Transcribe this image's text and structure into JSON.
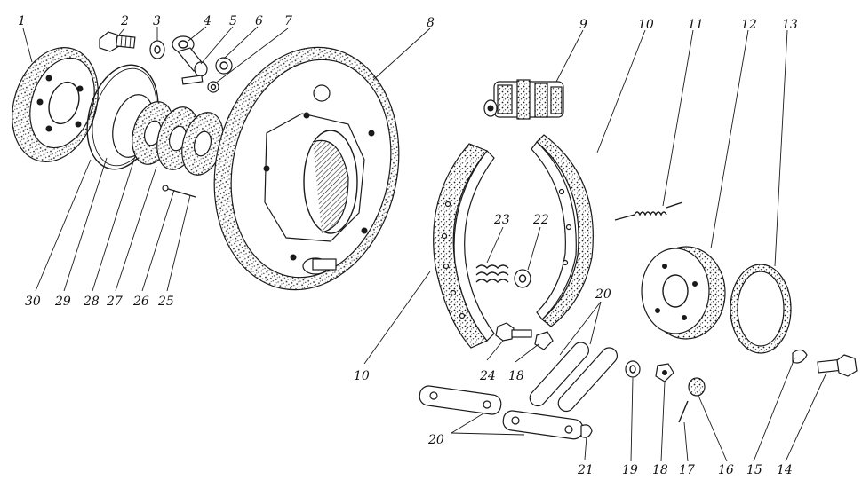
{
  "diagram": {
    "labels": [
      {
        "id": "1",
        "text": "1"
      },
      {
        "id": "2",
        "text": "2"
      },
      {
        "id": "3",
        "text": "3"
      },
      {
        "id": "4",
        "text": "4"
      },
      {
        "id": "5",
        "text": "5"
      },
      {
        "id": "6",
        "text": "6"
      },
      {
        "id": "7",
        "text": "7"
      },
      {
        "id": "8",
        "text": "8"
      },
      {
        "id": "9",
        "text": "9"
      },
      {
        "id": "10a",
        "text": "10"
      },
      {
        "id": "11",
        "text": "11"
      },
      {
        "id": "12",
        "text": "12"
      },
      {
        "id": "13",
        "text": "13"
      },
      {
        "id": "14",
        "text": "14"
      },
      {
        "id": "15",
        "text": "15"
      },
      {
        "id": "16",
        "text": "16"
      },
      {
        "id": "17",
        "text": "17"
      },
      {
        "id": "18a",
        "text": "18"
      },
      {
        "id": "19",
        "text": "19"
      },
      {
        "id": "20a",
        "text": "20"
      },
      {
        "id": "21",
        "text": "21"
      },
      {
        "id": "22",
        "text": "22"
      },
      {
        "id": "23",
        "text": "23"
      },
      {
        "id": "24",
        "text": "24"
      },
      {
        "id": "18b",
        "text": "18"
      },
      {
        "id": "20b",
        "text": "20"
      },
      {
        "id": "10b",
        "text": "10"
      },
      {
        "id": "25",
        "text": "25"
      },
      {
        "id": "26",
        "text": "26"
      },
      {
        "id": "27",
        "text": "27"
      },
      {
        "id": "28",
        "text": "28"
      },
      {
        "id": "29",
        "text": "29"
      },
      {
        "id": "30",
        "text": "30"
      }
    ]
  }
}
